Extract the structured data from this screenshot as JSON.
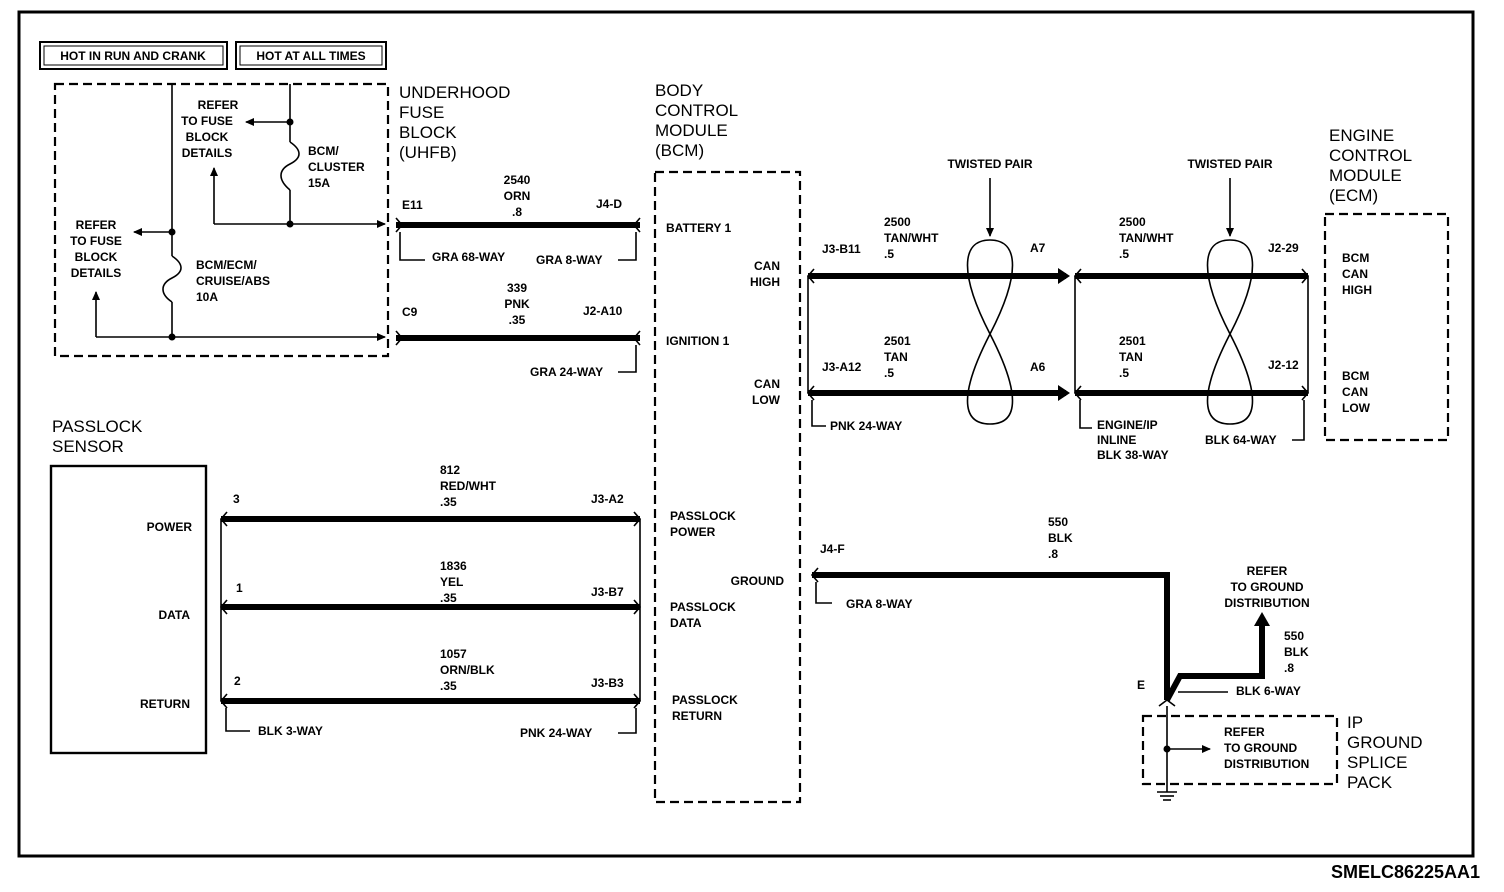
{
  "header": {
    "hot_run_crank": "HOT IN RUN AND CRANK",
    "hot_all_times": "HOT AT ALL TIMES"
  },
  "uhfb": {
    "title": [
      "UNDERHOOD",
      "FUSE",
      "BLOCK",
      "(UHFB)"
    ],
    "refer1": [
      "REFER",
      "TO FUSE",
      "BLOCK",
      "DETAILS"
    ],
    "refer2": [
      "REFER",
      "TO FUSE",
      "BLOCK",
      "DETAILS"
    ],
    "fuse1": [
      "BCM/",
      "CLUSTER",
      "15A"
    ],
    "fuse2": [
      "BCM/ECM/",
      "CRUISE/ABS",
      "10A"
    ],
    "pin1": "E11",
    "pin2": "C9"
  },
  "wires_top": {
    "w1": [
      "2540",
      "ORN",
      ".8"
    ],
    "w1_end": "J4-D",
    "w1_conn_l": "GRA 68-WAY",
    "w1_conn_r": "GRA 8-WAY",
    "w2": [
      "339",
      "PNK",
      ".35"
    ],
    "w2_end": "J2-A10",
    "w2_conn_r": "GRA 24-WAY"
  },
  "bcm": {
    "title": [
      "BODY",
      "CONTROL",
      "MODULE",
      "(BCM)"
    ],
    "battery": "BATTERY 1",
    "ignition": "IGNITION 1",
    "can_high": [
      "CAN",
      "HIGH"
    ],
    "can_low": [
      "CAN",
      "LOW"
    ],
    "ground": "GROUND",
    "passlock_power": [
      "PASSLOCK",
      "POWER"
    ],
    "passlock_data": [
      "PASSLOCK",
      "DATA"
    ],
    "passlock_return": [
      "PASSLOCK",
      "RETURN"
    ]
  },
  "can": {
    "twisted1": "TWISTED PAIR",
    "twisted2": "TWISTED PAIR",
    "hi_pin": "J3-B11",
    "lo_pin": "J3-A12",
    "hi_wire1": [
      "2500",
      "TAN/WHT",
      ".5"
    ],
    "lo_wire1": [
      "2501",
      "TAN",
      ".5"
    ],
    "a7": "A7",
    "a6": "A6",
    "hi_wire2": [
      "2500",
      "TAN/WHT",
      ".5"
    ],
    "lo_wire2": [
      "2501",
      "TAN",
      ".5"
    ],
    "ecm_hi_pin": "J2-29",
    "ecm_lo_pin": "J2-12",
    "conn_pnk": "PNK 24-WAY",
    "inline": [
      "ENGINE/IP",
      "INLINE",
      "BLK 38-WAY"
    ],
    "blk64": "BLK 64-WAY"
  },
  "ecm": {
    "title": [
      "ENGINE",
      "CONTROL",
      "MODULE",
      "(ECM)"
    ],
    "can_high": [
      "BCM",
      "CAN",
      "HIGH"
    ],
    "can_low": [
      "BCM",
      "CAN",
      "LOW"
    ]
  },
  "passlock": {
    "title": [
      "PASSLOCK",
      "SENSOR"
    ],
    "power": "POWER",
    "data": "DATA",
    "return": "RETURN",
    "p3": "3",
    "p1": "1",
    "p2": "2",
    "w_power": [
      "812",
      "RED/WHT",
      ".35"
    ],
    "w_power_end": "J3-A2",
    "w_data": [
      "1836",
      "YEL",
      ".35"
    ],
    "w_data_end": "J3-B7",
    "w_return": [
      "1057",
      "ORN/BLK",
      ".35"
    ],
    "w_return_end": "J3-B3",
    "conn_l": "BLK 3-WAY",
    "conn_r": "PNK 24-WAY"
  },
  "ground": {
    "j4f": "J4-F",
    "conn": "GRA 8-WAY",
    "wire1": [
      "550",
      "BLK",
      ".8"
    ],
    "wire2": [
      "550",
      "BLK",
      ".8"
    ],
    "refer_top": [
      "REFER",
      "TO GROUND",
      "DISTRIBUTION"
    ],
    "e": "E",
    "blk6": "BLK 6-WAY",
    "refer_box": [
      "REFER",
      "TO GROUND",
      "DISTRIBUTION"
    ],
    "splice_title": [
      "IP",
      "GROUND",
      "SPLICE",
      "PACK"
    ]
  },
  "footer": {
    "code": "SMELC86225AA1"
  }
}
